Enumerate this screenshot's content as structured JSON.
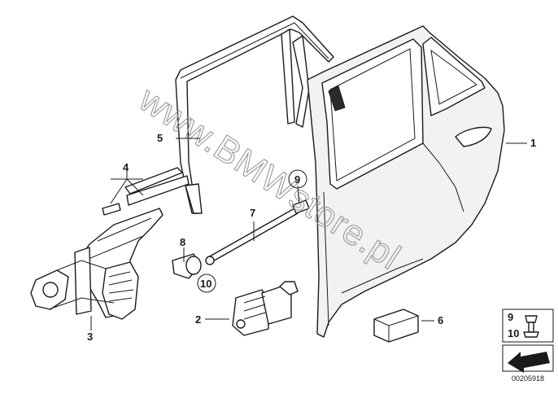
{
  "watermark": "www.BMWstore.pl",
  "diagram_code": "00205918",
  "callouts": {
    "c1": "1",
    "c2": "2",
    "c3": "3",
    "c4": "4",
    "c5": "5",
    "c6": "6",
    "c7": "7",
    "c8": "8",
    "c9": "9",
    "c10": "10"
  },
  "legend": {
    "top": "9",
    "bottom": "10"
  },
  "colors": {
    "line": "#1a1a1a",
    "fill": "#f2f2f2",
    "watermark": "#9a9a9a"
  }
}
